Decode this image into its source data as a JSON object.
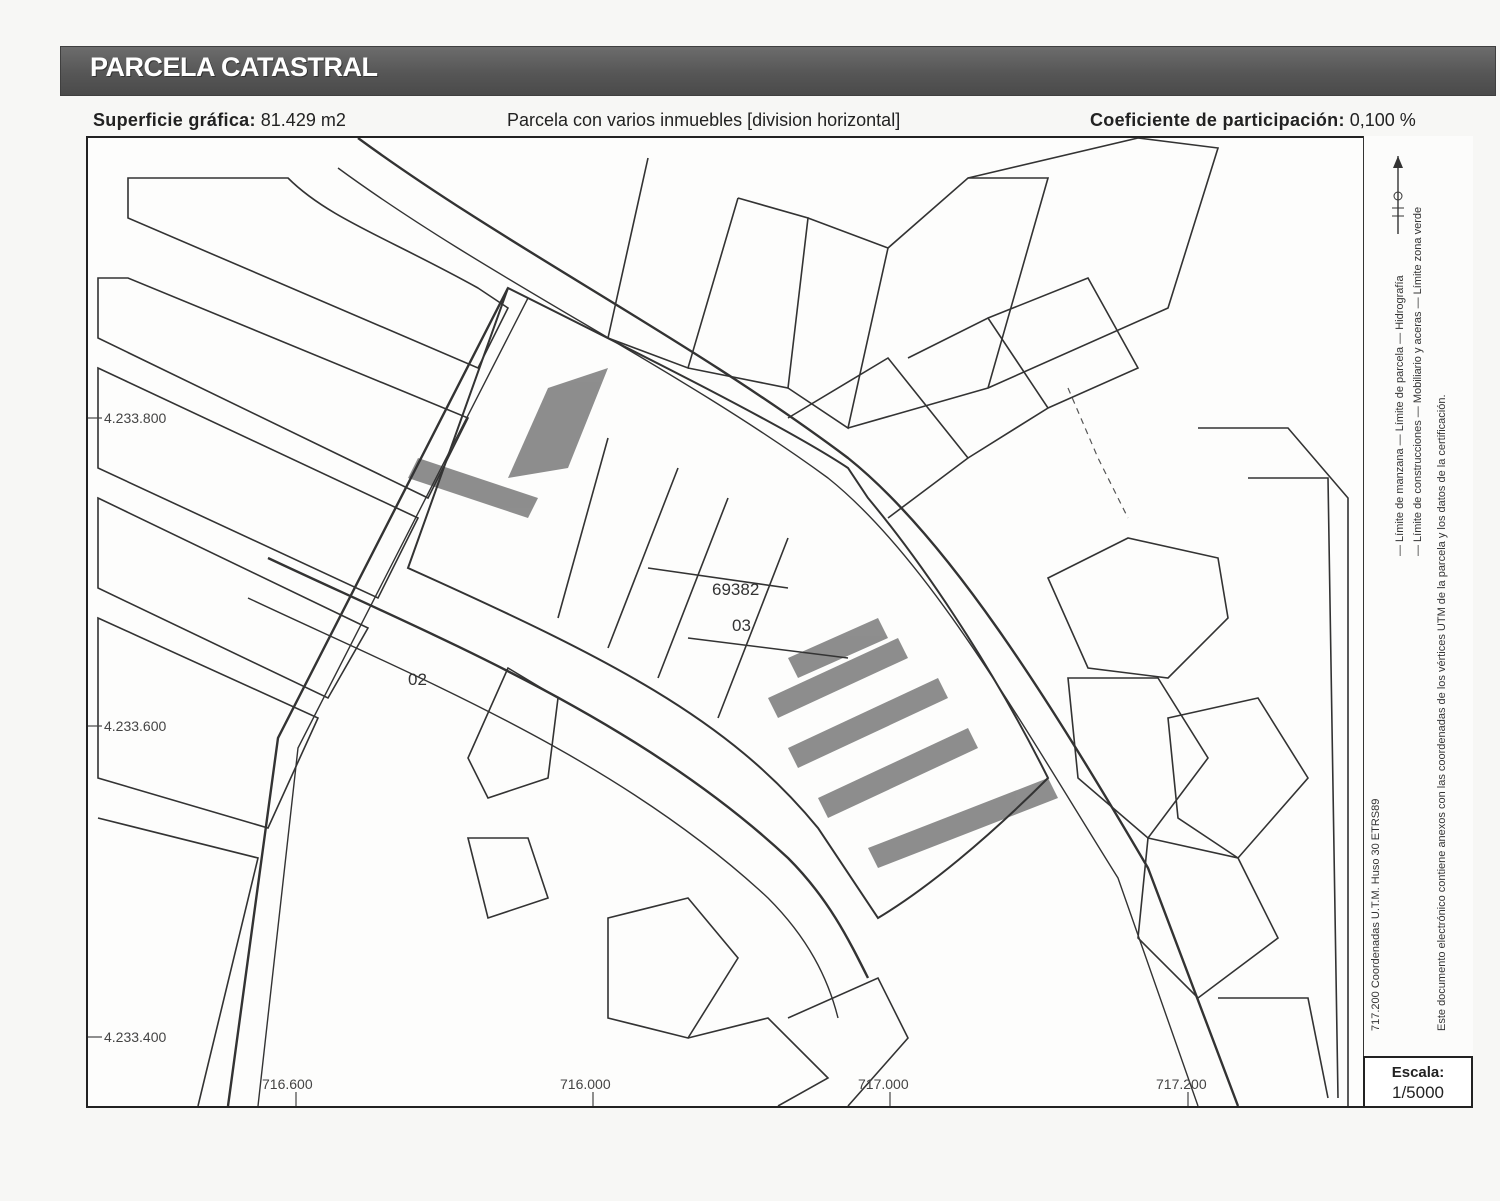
{
  "header": {
    "title": "PARCELA CATASTRAL"
  },
  "info": {
    "surface_label": "Superficie gráfica:",
    "surface_value": "81.429 m2",
    "parcel_type": "Parcela con varios inmuebles [division horizontal]",
    "coef_label": "Coeficiente de participación:",
    "coef_value": "0,100 %"
  },
  "map": {
    "y_coords": [
      "4.233.800",
      "4.233.600",
      "4.233.400"
    ],
    "x_coords": [
      "716.600",
      "716.000",
      "717.000",
      "717.200"
    ],
    "parcel_labels": {
      "main_number": "69382",
      "sub_03": "03",
      "sub_02": "02"
    }
  },
  "legend": {
    "line1": "717.200 Coordenadas U.T.M. Huso 30 ETRS89",
    "line2": "— Límite de manzana   — Límite de parcela   — Hidrografía",
    "line3": "— Límite de construcciones   — Mobiliario y aceras   — Límite zona verde",
    "line4": "Este documento electrónico contiene anexos con las coordenadas de los vértices UTM de la parcela y los datos de la certificación."
  },
  "scale": {
    "label": "Escala:",
    "value": "1/5000"
  }
}
